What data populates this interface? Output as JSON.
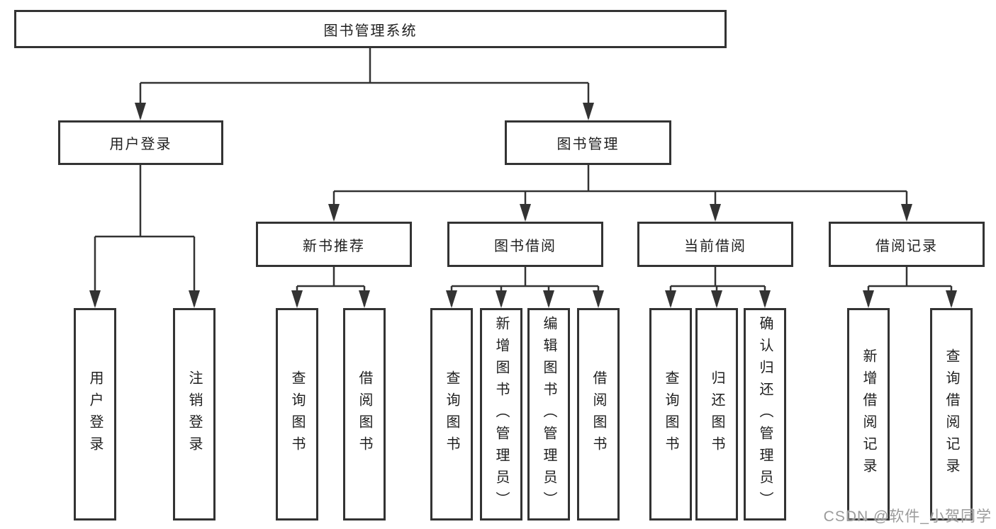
{
  "tree": {
    "label": "图书管理系统",
    "children": [
      {
        "label": "用户登录",
        "children": [
          {
            "label": "用户登录"
          },
          {
            "label": "注销登录"
          }
        ]
      },
      {
        "label": "图书管理",
        "children": [
          {
            "label": "新书推荐",
            "children": [
              {
                "label": "查询图书"
              },
              {
                "label": "借阅图书"
              }
            ]
          },
          {
            "label": "图书借阅",
            "children": [
              {
                "label": "查询图书"
              },
              {
                "label": "新增图书（管理员）"
              },
              {
                "label": "编辑图书（管理员）"
              },
              {
                "label": "借阅图书"
              }
            ]
          },
          {
            "label": "当前借阅",
            "children": [
              {
                "label": "查询图书"
              },
              {
                "label": "归还图书"
              },
              {
                "label": "确认归还（管理员）"
              }
            ]
          },
          {
            "label": "借阅记录",
            "children": [
              {
                "label": "新增借阅记录"
              },
              {
                "label": "查询借阅记录"
              }
            ]
          }
        ]
      }
    ]
  },
  "watermark": {
    "text": "CSDN @软件_小贺同学"
  },
  "colors": {
    "line": "#333333",
    "box_border": "#333333",
    "text": "#1f1f1f",
    "watermark_gray": "#9b9b9b",
    "background": "#ffffff"
  }
}
